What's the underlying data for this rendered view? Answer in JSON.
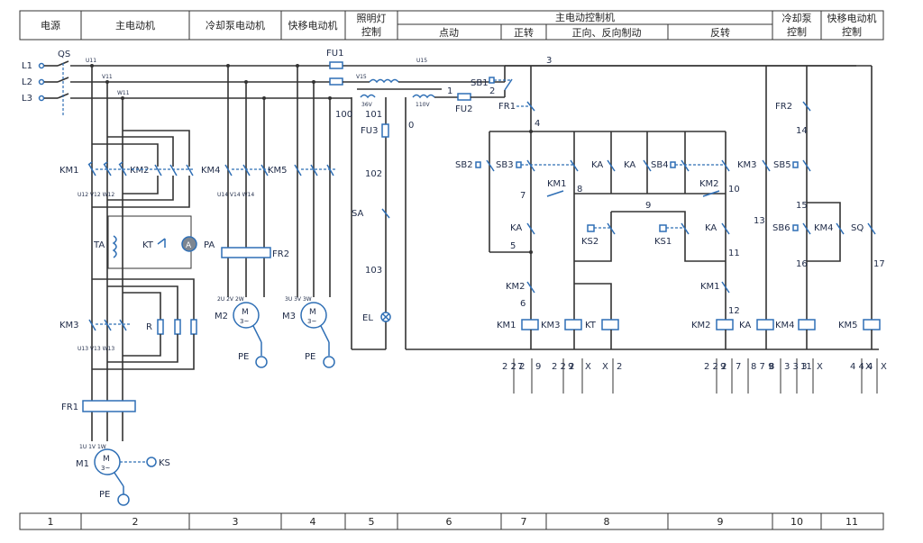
{
  "header": {
    "row1": [
      "电源",
      "主电动机",
      "冷却泵电动机",
      "快移电动机",
      "照明灯",
      "主电动控制机",
      "冷却泵",
      "快移电动机"
    ],
    "row2": [
      "控制",
      "点动",
      "正转",
      "正向、反向制动",
      "反转",
      "控制",
      "控制"
    ]
  },
  "footer_numbers": [
    "1",
    "2",
    "3",
    "4",
    "5",
    "6",
    "7",
    "8",
    "9",
    "10",
    "11"
  ],
  "labels": {
    "L1": "L1",
    "L2": "L2",
    "L3": "L3",
    "QS": "QS",
    "U11": "U11",
    "V11": "V11",
    "W11": "W11",
    "FU1": "FU1",
    "V15": "V15",
    "U15": "U15",
    "KM1": "KM1",
    "KM2": "KM2",
    "KM4": "KM4",
    "KM5": "KM5",
    "U12": "U12 V12 W12",
    "U14": "U14 V14 W14",
    "TA": "TA",
    "KT": "KT",
    "PA": "PA",
    "FR2": "FR2",
    "M2": "M2",
    "M3": "M3",
    "PE": "PE",
    "uvw2": "2U 2V 2W",
    "uvw3": "3U 3V 3W",
    "uvw1": "1U 1V 1W",
    "KM3": "KM3",
    "R": "R",
    "U13": "U13 V13 W13",
    "FR1": "FR1",
    "M1": "M1",
    "KS": "KS",
    "100": "100",
    "101": "101",
    "FU3": "FU3",
    "102": "102",
    "SA": "SA",
    "103": "103",
    "EL": "EL",
    "36V": "36V",
    "110V": "110V",
    "0": "0",
    "1": "1",
    "2": "2",
    "3": "3",
    "FU2": "FU2",
    "SB1": "SB1",
    "FR1b": "FR1",
    "4": "4",
    "SB2": "SB2",
    "SB3": "SB3",
    "KA": "KA",
    "SB4": "SB4",
    "7": "7",
    "8": "8",
    "10": "10",
    "9": "9",
    "5": "5",
    "6": "6",
    "11": "11",
    "12": "12",
    "KS2": "KS2",
    "KS1": "KS1",
    "13": "13",
    "14": "14",
    "15": "15",
    "16": "16",
    "17": "17",
    "FR2b": "FR2",
    "SB5": "SB5",
    "SB6": "SB6",
    "SQ": "SQ",
    "motor": "M",
    "motor_sub": "3~",
    "A": "A"
  },
  "contact_tables": [
    {
      "id": "km1",
      "lines": [
        "2 2 2",
        "7",
        "9"
      ]
    },
    {
      "id": "km3",
      "lines": [
        "2 2 2",
        "9",
        "X"
      ]
    },
    {
      "id": "kt",
      "lines": [
        "X",
        "2"
      ]
    },
    {
      "id": "km2",
      "lines": [
        "2 2 2",
        "9",
        "7",
        "8 7 9"
      ]
    },
    {
      "id": "ka",
      "lines": [
        "8",
        "3 3 3",
        "11"
      ]
    },
    {
      "id": "km4",
      "lines": [
        "X"
      ]
    },
    {
      "id": "km5",
      "lines": [
        "4 4 4",
        "X",
        "X"
      ]
    }
  ],
  "colors": {
    "line": "#333333",
    "component": "#2f6fb5",
    "text": "#1f2b48"
  }
}
